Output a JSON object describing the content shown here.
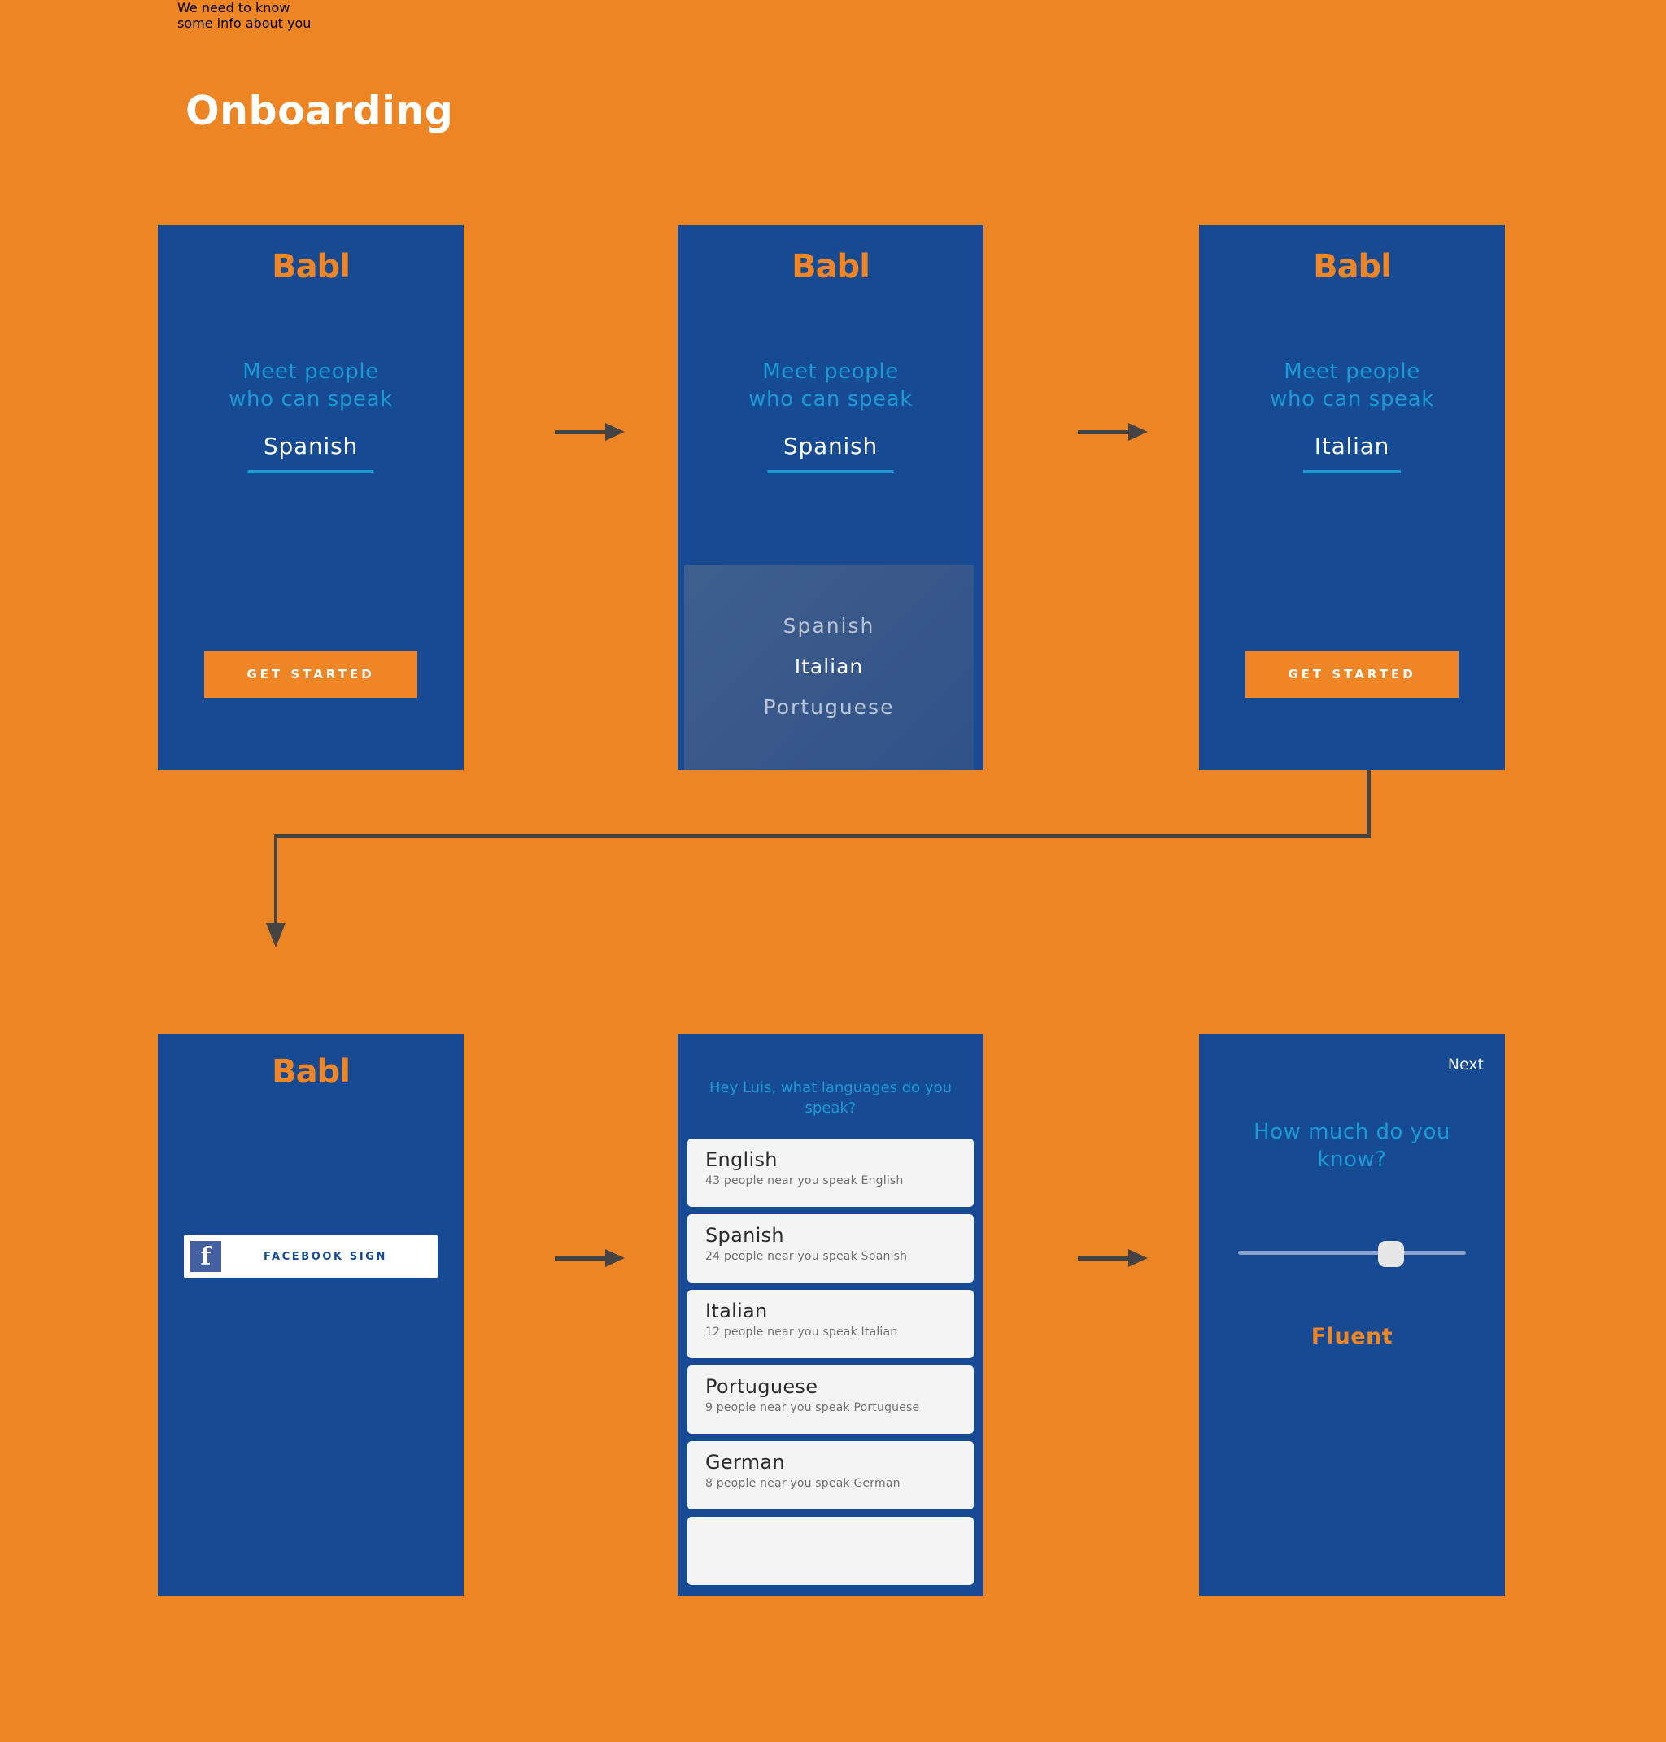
{
  "page": {
    "title": "Onboarding",
    "background_color": "#ee8525",
    "card_color": "#164a92",
    "accent_color": "#ef8524",
    "text_blue": "#1c9ad6"
  },
  "brand": {
    "name": "Babl"
  },
  "screens": {
    "intro": {
      "headline": "Meet people\nwho can speak",
      "selected_language": "Spanish",
      "cta_label": "GET STARTED"
    },
    "picker": {
      "headline": "Meet people\nwho can speak",
      "selected_language": "Spanish",
      "options": [
        {
          "label": "Spanish",
          "state": "dim"
        },
        {
          "label": "Italian",
          "state": "active"
        },
        {
          "label": "Portuguese",
          "state": "dim"
        }
      ]
    },
    "intro_italian": {
      "headline": "Meet people\nwho can speak",
      "selected_language": "Italian",
      "cta_label": "GET STARTED"
    },
    "signup": {
      "headline": "We need to know\nsome info about you",
      "facebook_button_label": "FACEBOOK SIGN",
      "facebook_icon": "facebook-icon"
    },
    "languages": {
      "question": "Hey Luis, what languages do you speak?",
      "items": [
        {
          "name": "English",
          "subtitle": "43 people near you speak English"
        },
        {
          "name": "Spanish",
          "subtitle": "24 people near you speak Spanish"
        },
        {
          "name": "Italian",
          "subtitle": "12 people near you speak Italian"
        },
        {
          "name": "Portuguese",
          "subtitle": "9 people near you speak Portuguese"
        },
        {
          "name": "German",
          "subtitle": "8 people near you speak German"
        },
        {
          "name": "",
          "subtitle": ""
        }
      ]
    },
    "proficiency": {
      "next_label": "Next",
      "question": "How much do you know?",
      "slider_value_label": "Fluent",
      "slider_percent": 67
    }
  },
  "connectors": {
    "arrow_color": "#444444",
    "arrow_icon": "arrow-right-icon"
  }
}
